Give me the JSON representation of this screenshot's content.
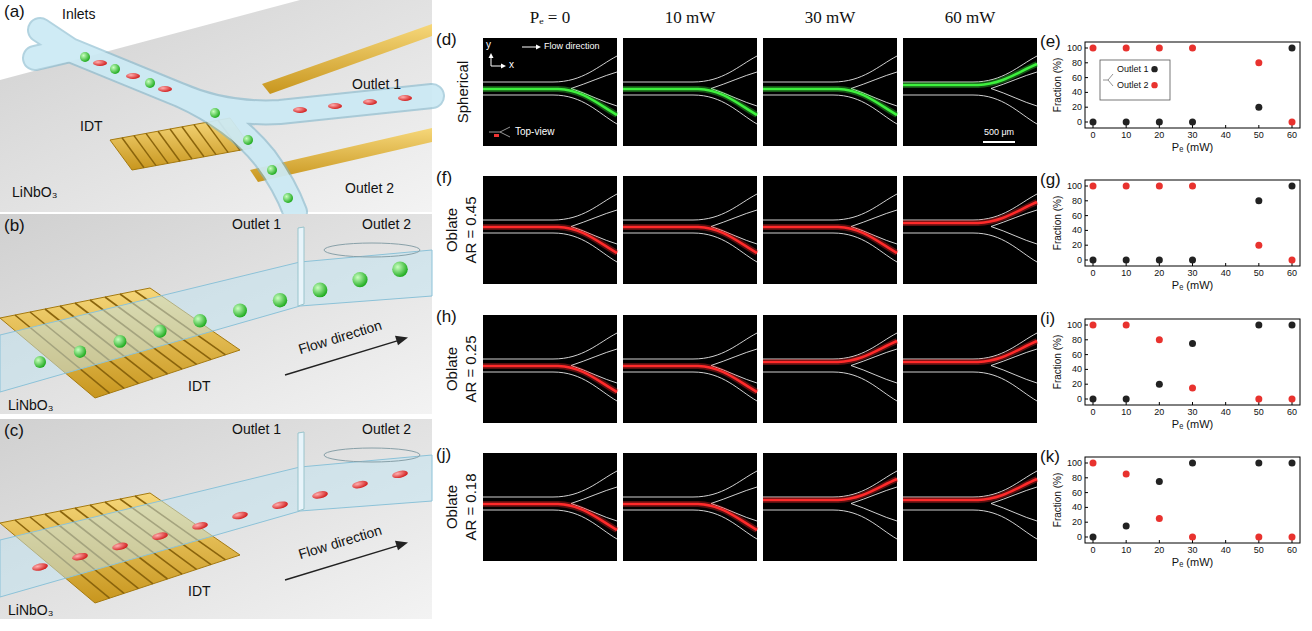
{
  "diagram": {
    "labels": [
      "(a)",
      "Inlets",
      "Outlet 1",
      "IDT",
      "LiNbO₃",
      "Outlet 2",
      "(b)",
      "Outlet 1",
      "Outlet 2",
      "Flow direction",
      "IDT",
      "LiNbO₃",
      "(c)",
      "Outlet 1",
      "Outlet 2",
      "Flow direction",
      "IDT",
      "LiNbO₃",
      "(d)",
      "Pₑ = 0",
      "10 mW",
      "30 mW",
      "60 mW",
      "Spherical",
      "y",
      "x",
      "Flow direction",
      "Top-view",
      "500 μm",
      "(e)",
      "Fraction (%)",
      "0",
      "20",
      "40",
      "60",
      "80",
      "100",
      "0",
      "10",
      "20",
      "30",
      "40",
      "50",
      "60",
      "Pₑ (mW)",
      "(f)",
      "Oblate",
      "AR = 0.45",
      "(g)",
      "Fraction (%)",
      "0",
      "20",
      "40",
      "60",
      "80",
      "100",
      "0",
      "10",
      "20",
      "30",
      "40",
      "50",
      "60",
      "Pₑ (mW)",
      "(h)",
      "Oblate",
      "AR = 0.25",
      "(i)",
      "Fraction (%)",
      "0",
      "20",
      "40",
      "60",
      "80",
      "100",
      "0",
      "10",
      "20",
      "30",
      "40",
      "50",
      "60",
      "Pₑ (mW)",
      "(j)",
      "Oblate",
      "AR = 0.18",
      "(k)",
      "Fraction (%)",
      "0",
      "20",
      "40",
      "60",
      "80",
      "100",
      "0",
      "10",
      "20",
      "30",
      "40",
      "50",
      "60",
      "Pₑ (mW)"
    ],
    "legend": [
      {
        "text": "Outlet 1",
        "color": "#222222"
      },
      {
        "text": "Outlet 2",
        "color": "#e8322e"
      }
    ]
  }
}
